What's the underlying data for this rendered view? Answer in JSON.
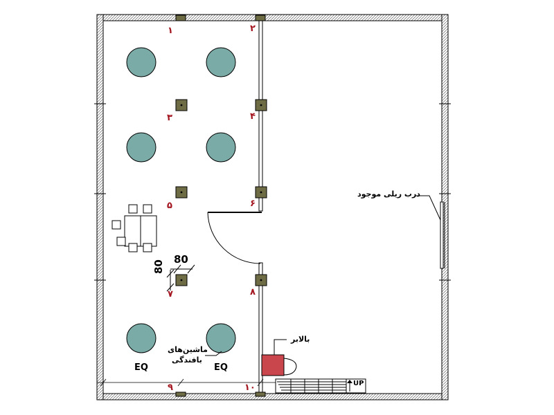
{
  "labels": {
    "col_1": "۱",
    "col_2": "۲",
    "col_3": "۳",
    "col_4": "۴",
    "col_5": "۵",
    "col_6": "۶",
    "col_7": "۷",
    "col_8": "۸",
    "col_9": "۹",
    "col_10": "۱۰",
    "dim_horizontal": "80",
    "dim_vertical": "80",
    "eq_left": "EQ",
    "eq_right": "EQ",
    "machines_line1": "ماشین‌های",
    "machines_line2": "بافندگی",
    "existing_door": "درب ریلی موجود",
    "elevator": "بالابر",
    "stairs_up": "UP"
  },
  "colors": {
    "wall": "#8a8a8a",
    "column_fill": "#6e6c45",
    "machine_fill": "#7aaba6",
    "elevator_fill": "#c9474c",
    "number_red": "#a3141e"
  }
}
